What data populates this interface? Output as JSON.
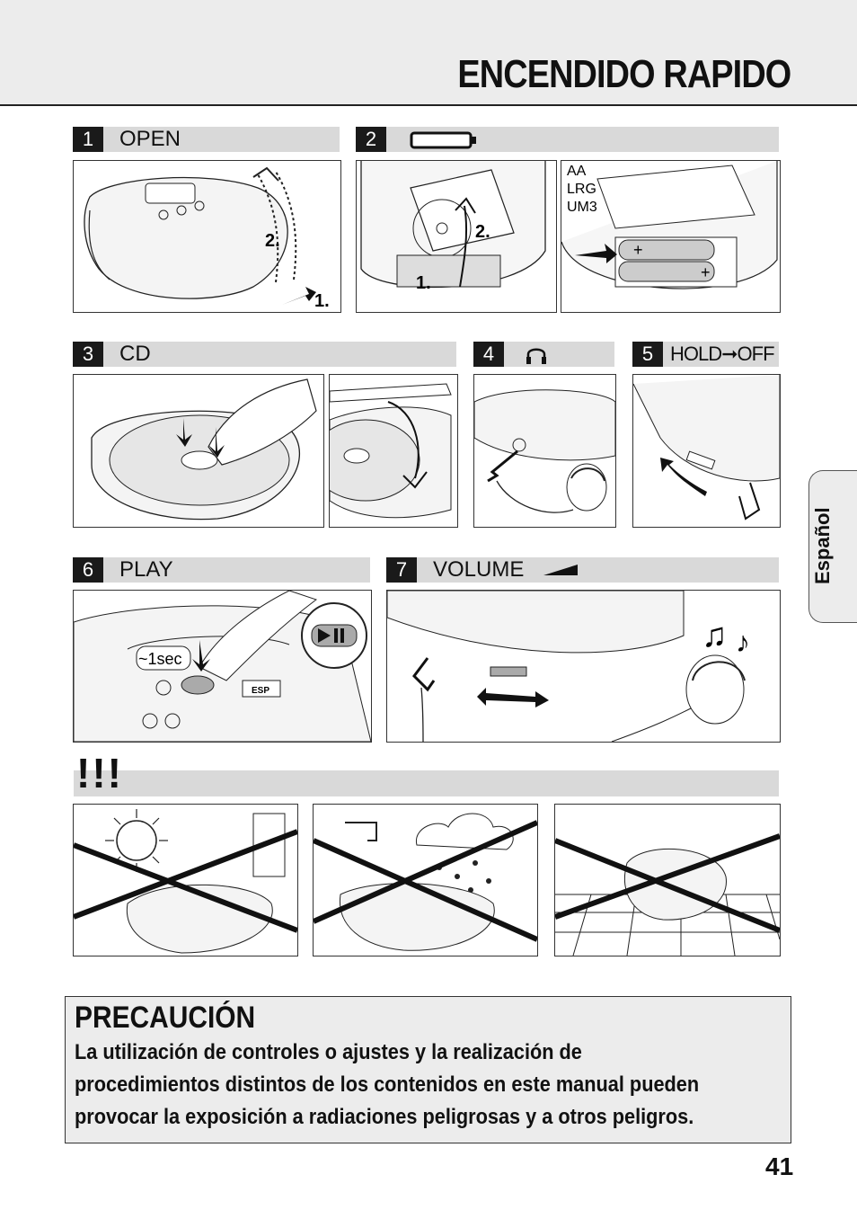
{
  "header": {
    "title": "ENCENDIDO RAPIDO"
  },
  "steps": [
    {
      "num": "1",
      "label": "OPEN"
    },
    {
      "num": "2",
      "label": ""
    },
    {
      "num": "3",
      "label": "CD"
    },
    {
      "num": "4",
      "label": ""
    },
    {
      "num": "5",
      "label": "HOLD➞OFF"
    },
    {
      "num": "6",
      "label": "PLAY"
    },
    {
      "num": "7",
      "label": "VOLUME"
    }
  ],
  "icons": {
    "step2": "battery-icon",
    "step4": "headphones-icon",
    "step6": "play-pause-icon",
    "step7": "volume-wedge-icon"
  },
  "panel_text": {
    "open_arrow_2": "2.",
    "open_arrow_1": "1.",
    "lid_arrow_2": "2.",
    "lid_arrow_1": "1.",
    "battery_types": [
      "AA",
      "LRG",
      "UM3"
    ],
    "play_hold": "~1sec",
    "esp": "ESP"
  },
  "warning": {
    "mark": "!!!"
  },
  "side_tab": {
    "label": "Español"
  },
  "caution": {
    "title": "PRECAUCIÓN",
    "lines": [
      "La utilización de controles o ajustes y la realización de",
      "procedimientos distintos de los contenidos en este manual pueden",
      "provocar la exposición a radiaciones peligrosas y a otros peligros."
    ]
  },
  "page": {
    "number": "41"
  }
}
